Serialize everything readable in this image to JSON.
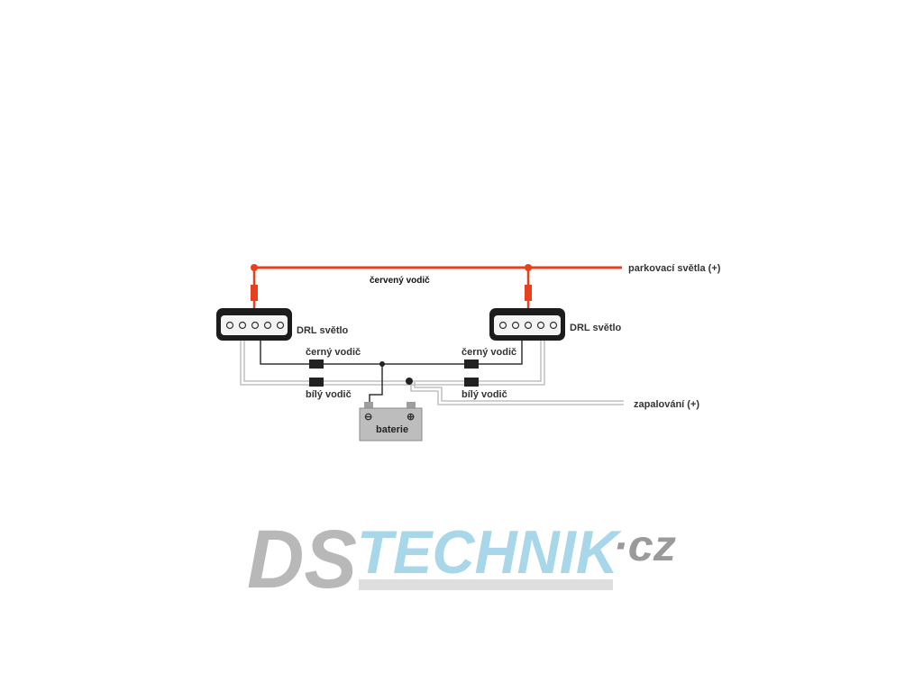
{
  "diagram": {
    "labels": {
      "red_wire": "červený vodič",
      "parking_lights": "parkovací světla (+)",
      "drl_left": "DRL světlo",
      "drl_right": "DRL světlo",
      "black_wire_left": "černý vodič",
      "black_wire_right": "černý vodič",
      "white_wire_left": "bílý vodič",
      "white_wire_right": "bílý vodič",
      "ignition": "zapalování (+)",
      "battery": "baterie",
      "battery_minus": "⊖",
      "battery_plus": "⊕"
    },
    "colors": {
      "red_wire": "#e8401c",
      "black_wire": "#333333",
      "white_wire": "#b5b5b5",
      "battery_fill": "#bdbdbd"
    }
  },
  "logo": {
    "part1": "DS",
    "part2": "TECHNIK",
    "part3": "·cz",
    "colors": {
      "gray": "#b8b8b8",
      "blue": "#a9d7ea",
      "dark_gray": "#9a9a9a"
    }
  }
}
